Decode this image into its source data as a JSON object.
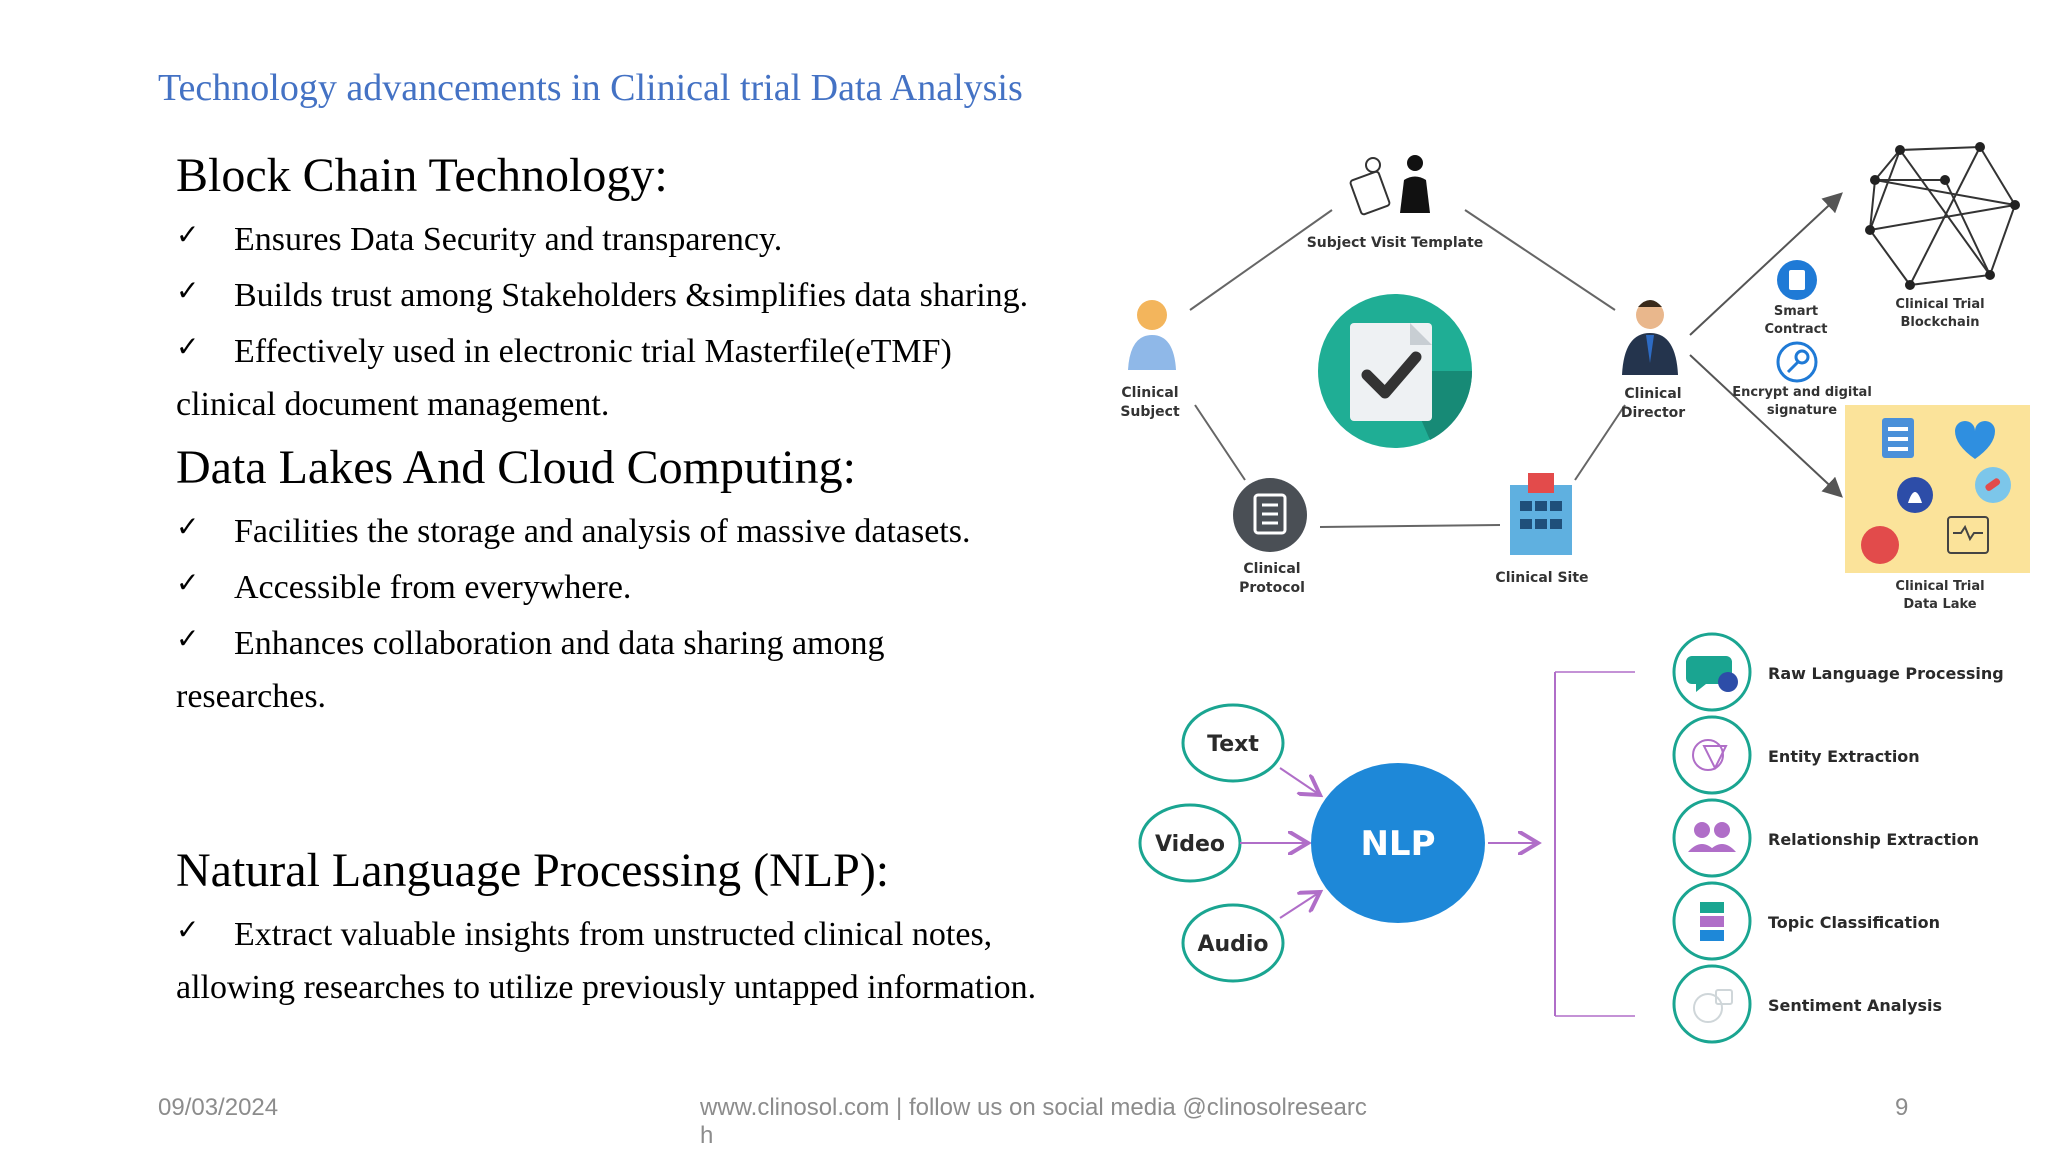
{
  "title": "Technology advancements in Clinical trial Data Analysis",
  "sections": {
    "blockchain": {
      "heading": "Block Chain Technology:",
      "b1": "Ensures Data Security and transparency.",
      "b2": "Builds trust among Stakeholders &simplifies data sharing.",
      "b3": "Effectively used in electronic trial Masterfile(eTMF)",
      "b3_cont": "clinical document management."
    },
    "datalakes": {
      "heading": "Data Lakes And Cloud Computing:",
      "b1": "Facilities the storage and analysis of massive datasets.",
      "b2": "Accessible from everywhere.",
      "b3": "Enhances collaboration and data sharing among",
      "b3_cont": "researches."
    },
    "nlp": {
      "heading": "Natural Language Processing (NLP):",
      "b1": "Extract valuable insights from unstructed clinical notes,",
      "b1_cont": "allowing researches to utilize previously untapped information."
    }
  },
  "check_glyph": "✓",
  "diagram1": {
    "subject_visit_template": "Subject Visit Template",
    "clinical_subject_1": "Clinical",
    "clinical_subject_2": "Subject",
    "clinical_director_1": "Clinical",
    "clinical_director_2": "Director",
    "clinical_protocol_1": "Clinical",
    "clinical_protocol_2": "Protocol",
    "clinical_site": "Clinical Site",
    "smart_contract_1": "Smart",
    "smart_contract_2": "Contract",
    "encrypt_1": "Encrypt and digital",
    "encrypt_2": "signature",
    "blockchain_1": "Clinical Trial",
    "blockchain_2": "Blockchain",
    "datalake_1": "Clinical Trial",
    "datalake_2": "Data Lake"
  },
  "diagram2": {
    "text": "Text",
    "video": "Video",
    "audio": "Audio",
    "nlp": "NLP",
    "outputs": [
      "Raw Language Processing",
      "Entity Extraction",
      "Relationship Extraction",
      "Topic Classification",
      "Sentiment Analysis"
    ]
  },
  "colors": {
    "title": "#4472c4",
    "nlp_circle": "#1e88d8",
    "teal": "#1aa591",
    "purple": "#b06ec8",
    "footer": "#8c8c8c"
  },
  "footer": {
    "date": "09/03/2024",
    "center_line1": "www.clinosol.com | follow us on social media @clinosolresearc",
    "center_line2": "h",
    "page": "9"
  }
}
